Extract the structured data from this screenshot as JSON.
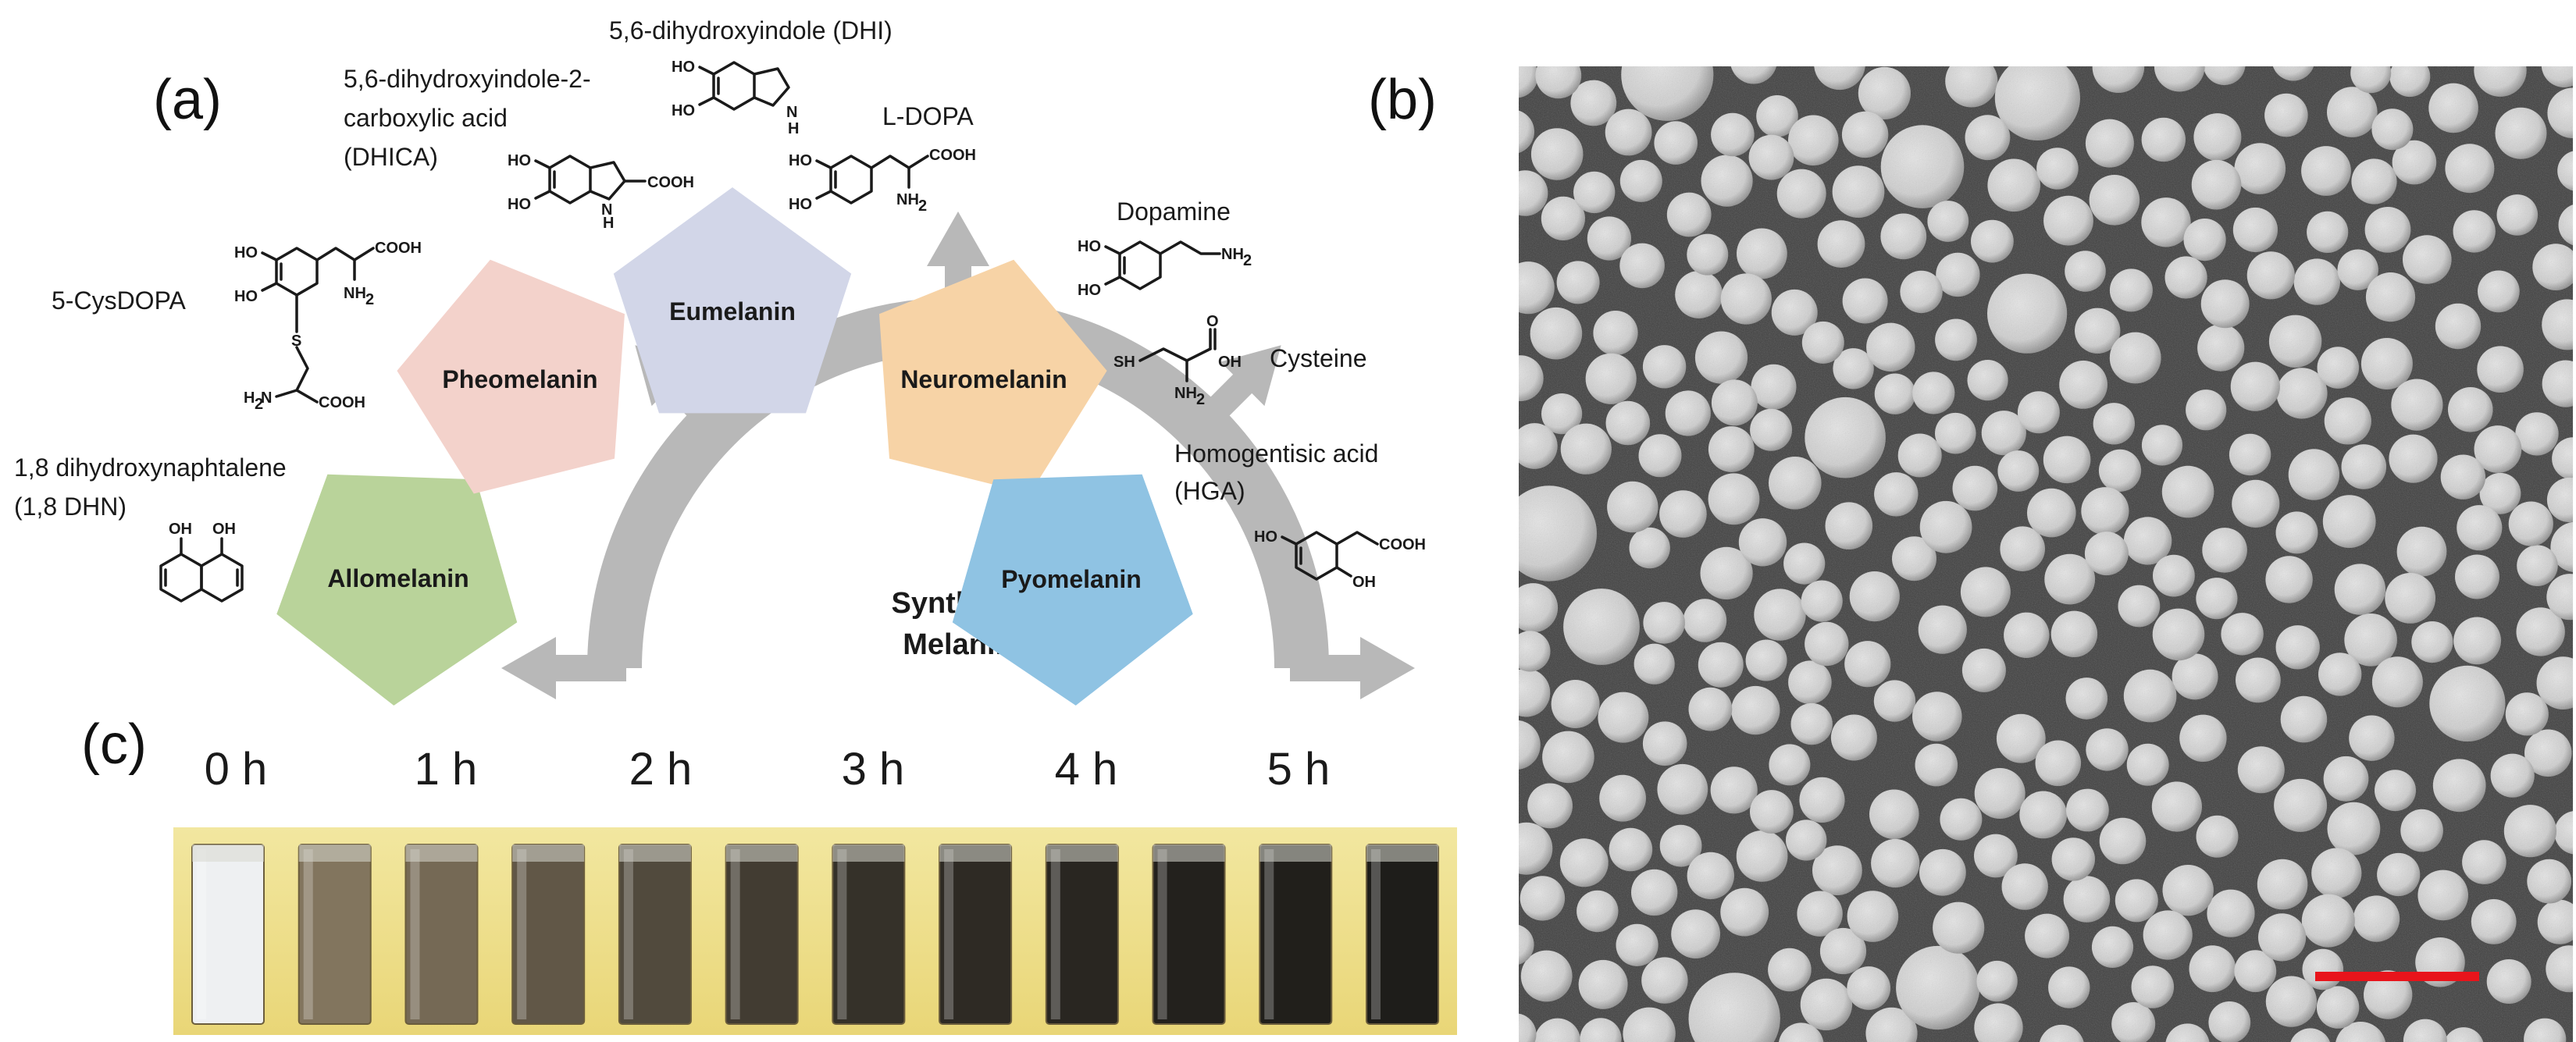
{
  "panels": {
    "a": "(a)",
    "b": "(b)",
    "c": "(c)"
  },
  "center": {
    "line1": "Synthetic",
    "line2": "Melanin"
  },
  "pentagons": {
    "allomelanin": "Allomelanin",
    "pheomelanin": "Pheomelanin",
    "eumelanin": "Eumelanin",
    "neuromelanin": "Neuromelanin",
    "pyomelanin": "Pyomelanin"
  },
  "molecules": {
    "dhi": "5,6-dihydroxyindole (DHI)",
    "dhica_line1": "5,6-dihydroxyindole-2-",
    "dhica_line2": "carboxylic acid",
    "dhica_line3": "(DHICA)",
    "ldopa": "L-DOPA",
    "dopamine": "Dopamine",
    "cysteine": "Cysteine",
    "cysdopa": "5-CysDOPA",
    "dhn_line1": "1,8 dihydroxynaphtalene",
    "dhn_line2": "(1,8 DHN)",
    "hga_line1": "Homogentisic acid",
    "hga_line2": "(HGA)"
  },
  "atoms": {
    "ho": "HO",
    "oh": "OH",
    "h": "H",
    "n": "N",
    "cooh": "COOH",
    "nh2": "NH",
    "two": "2",
    "h2n": "H",
    "n_of_h2n": "N",
    "sh": "SH",
    "s": "S",
    "o": "O"
  },
  "timeline": {
    "labels": [
      "0 h",
      "1 h",
      "2 h",
      "3 h",
      "4 h",
      "5 h"
    ],
    "cuvette_darkness": [
      0.02,
      0.55,
      0.6,
      0.68,
      0.74,
      0.8,
      0.85,
      0.88,
      0.9,
      0.92,
      0.93,
      0.94
    ]
  },
  "colors": {
    "allomelanin": "#b9d39a",
    "pheomelanin": "#f3d2cb",
    "eumelanin": "#d2d6e8",
    "neuromelanin": "#f7d3a6",
    "pyomelanin": "#8fc3e3",
    "arrow": "#b8b8b8",
    "scale_bar": "#e8141b",
    "strip_background": "#efe08a"
  }
}
